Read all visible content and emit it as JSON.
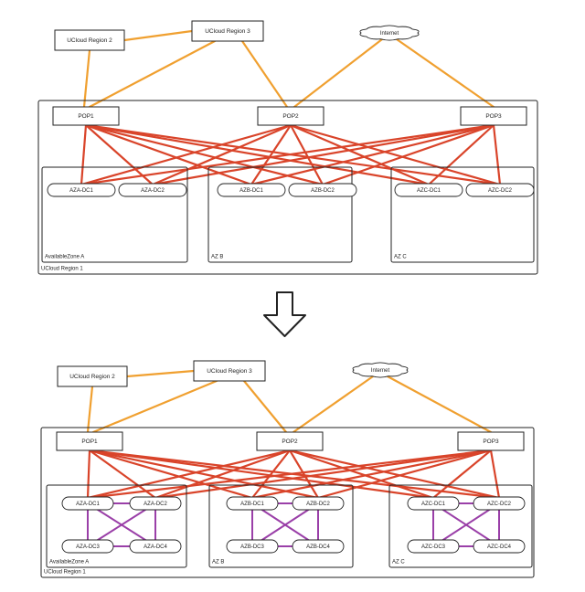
{
  "diagrams": [
    {
      "regions": {
        "region2": "UCloud Region 2",
        "region3": "UCloud Region 3",
        "internet": "Internet",
        "region1": "UCloud Region 1"
      },
      "pops": [
        "POP1",
        "POP2",
        "POP3"
      ],
      "zones": [
        {
          "label": "AvailableZone A",
          "dcs": [
            "AZA-DC1",
            "AZA-DC2"
          ]
        },
        {
          "label": "AZ B",
          "dcs": [
            "AZB-DC1",
            "AZB-DC2"
          ]
        },
        {
          "label": "AZ C",
          "dcs": [
            "AZC-DC1",
            "AZC-DC2"
          ]
        }
      ]
    },
    {
      "regions": {
        "region2": "UCloud Region 2",
        "region3": "UCloud Region 3",
        "internet": "Internet",
        "region1": "UCloud Region 1"
      },
      "pops": [
        "POP1",
        "POP2",
        "POP3"
      ],
      "zones": [
        {
          "label": "AvailableZone A",
          "dcs": [
            "AZA-DC1",
            "AZA-DC2",
            "AZA-DC3",
            "AZA-DC4"
          ]
        },
        {
          "label": "AZ B",
          "dcs": [
            "AZB-DC1",
            "AZB-DC2",
            "AZB-DC3",
            "AZB-DC4"
          ]
        },
        {
          "label": "AZ C",
          "dcs": [
            "AZC-DC1",
            "AZC-DC2",
            "AZC-DC3",
            "AZC-DC4"
          ]
        }
      ]
    }
  ],
  "colors": {
    "uplink": "#f0a030",
    "pop_link": "#d9442a",
    "intra_dc": "#9a3fa8",
    "box": "#222222"
  }
}
